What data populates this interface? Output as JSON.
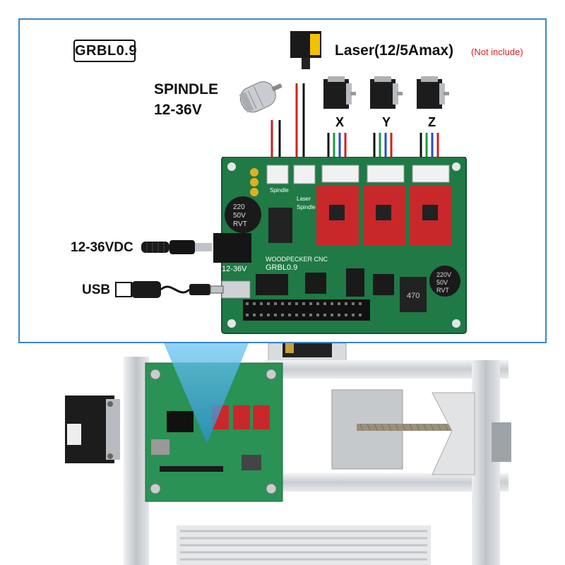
{
  "badge": "GRBL0.9",
  "laser": {
    "label": "Laser(12/5Amax)",
    "note": "(Not include)"
  },
  "spindle": {
    "line1": "SPINDLE",
    "line2": "12-36V"
  },
  "axes": [
    "X",
    "Y",
    "Z"
  ],
  "power": {
    "label": "12-36VDC"
  },
  "usb": {
    "label": "USB"
  },
  "board": {
    "brand": "WOODPECKER CNC",
    "version": "GRBL0.9",
    "voltage": "12-36V",
    "cap_left": [
      "220",
      "50V",
      "RVT"
    ],
    "cap_right": [
      "220V",
      "50V",
      "RVT"
    ],
    "inductor": "470",
    "conn_spindle": "Spindle",
    "conn_laser": "Laser",
    "conn_spindle2": "Spindle"
  },
  "colors": {
    "border": "#3a86c8",
    "note": "#e02020",
    "pcb": "#1f7a45",
    "driver": "#c8282a"
  }
}
